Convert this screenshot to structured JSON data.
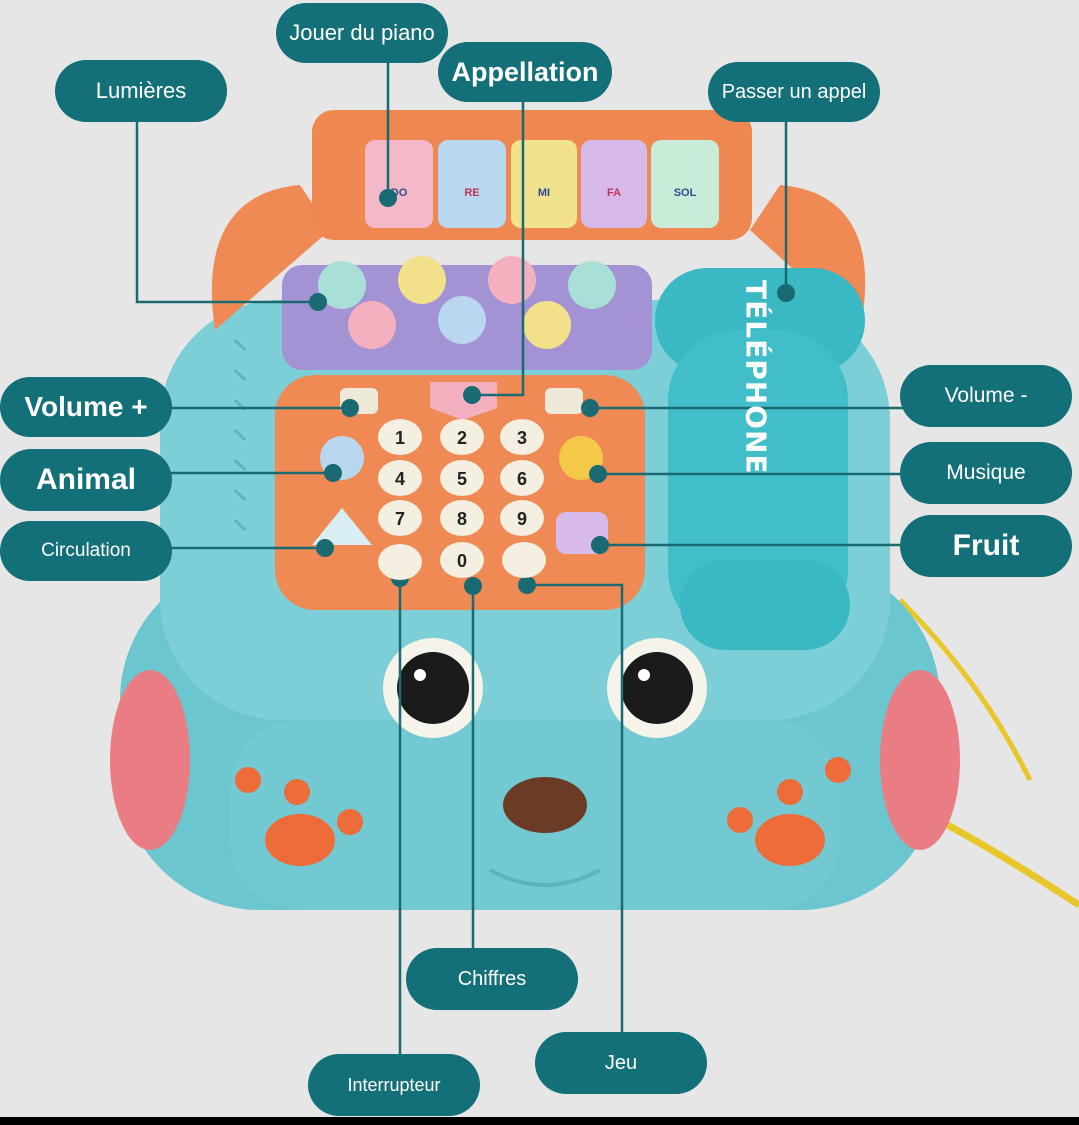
{
  "labels": {
    "jouer_du_piano": "Jouer du piano",
    "appellation": "Appellation",
    "lumieres": "Lumières",
    "passer_un_appel": "Passer un appel",
    "volume_plus": "Volume +",
    "volume_minus": "Volume -",
    "animal": "Animal",
    "musique": "Musique",
    "circulation": "Circulation",
    "fruit": "Fruit",
    "chiffres": "Chiffres",
    "jeu": "Jeu",
    "interrupteur": "Interrupteur",
    "telephone": "TÉLÉPHONE"
  },
  "piano_keys": [
    "DO",
    "RE",
    "MI",
    "FA",
    "SOL"
  ],
  "keypad": [
    "1",
    "2",
    "3",
    "4",
    "5",
    "6",
    "7",
    "8",
    "9",
    "0"
  ],
  "colors": {
    "label_bg": "#136f78",
    "toy_blue": "#6cc6cf",
    "toy_orange": "#ef8a54",
    "toy_purple": "#a493d4",
    "leader_line": "#1a6a72"
  }
}
